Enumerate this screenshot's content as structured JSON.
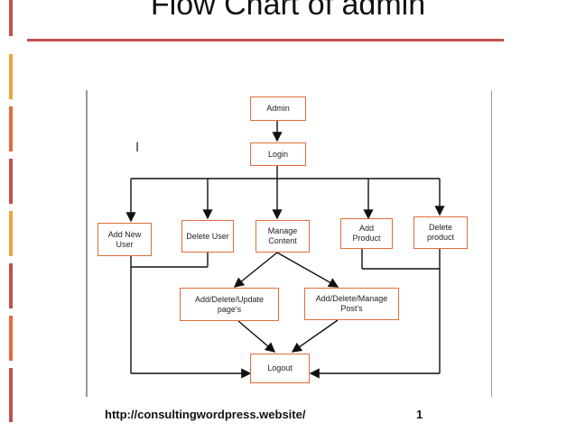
{
  "slide": {
    "title": "Flow Chart of admin",
    "footer_url": "http://consultingwordpress.website/",
    "page_number": "1",
    "cursor_glyph": "I"
  },
  "colors": {
    "accent_rule": "#c0504d",
    "box_border": "#e46c3a",
    "left_bar_colors": [
      "#c0504d",
      "#f2a33a"
    ]
  },
  "diagram": {
    "nodes": {
      "admin": "Admin",
      "login": "Login",
      "add_new_user": "Add New User",
      "delete_user": "Delete User",
      "manage_content": "Manage Content",
      "add_product": "Add Product",
      "delete_product": "Delete product",
      "add_delete_update_pages": "Add/Delete/Update page's",
      "add_delete_manage_posts": "Add/Delete/Manage Post's",
      "logout": "Logout"
    }
  }
}
